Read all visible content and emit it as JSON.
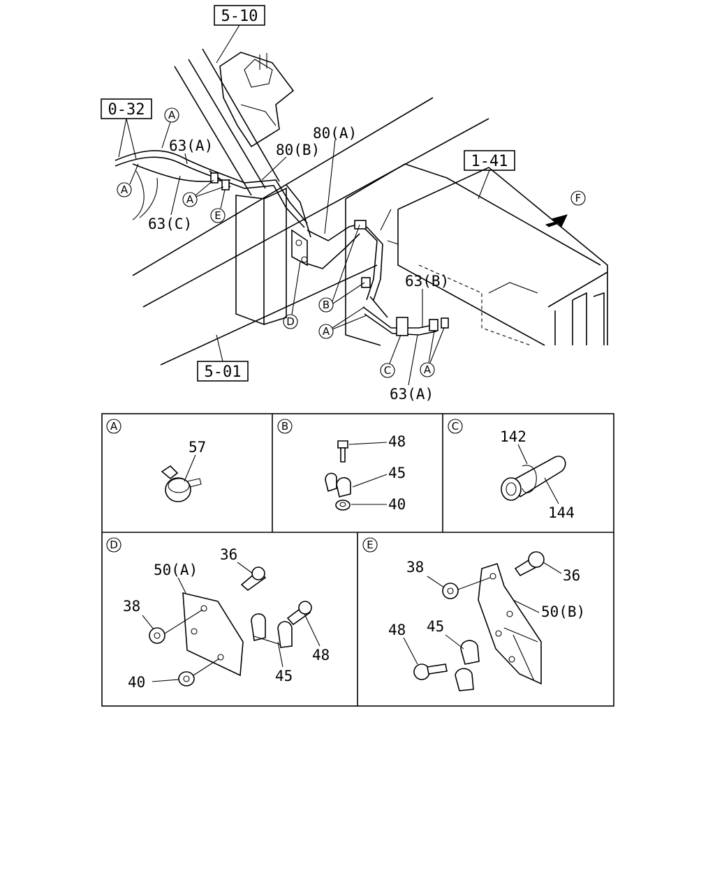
{
  "refs": {
    "r510": "5-10",
    "r032": "0-32",
    "r141": "1-41",
    "r501": "5-01"
  },
  "main_labels": {
    "l80a": "80(A)",
    "l80b": "80(B)",
    "l63a_top": "63(A)",
    "l63c": "63(C)",
    "l63b": "63(B)",
    "l63a_bottom": "63(A)"
  },
  "markers": {
    "a": "A",
    "b": "B",
    "c": "C",
    "d": "D",
    "e": "E",
    "f": "F"
  },
  "details": {
    "a": {
      "letter": "A",
      "parts": [
        "57"
      ]
    },
    "b": {
      "letter": "B",
      "parts": [
        "48",
        "45",
        "40"
      ]
    },
    "c": {
      "letter": "C",
      "parts": [
        "142",
        "144"
      ]
    },
    "d": {
      "letter": "D",
      "parts": [
        "36",
        "50(A)",
        "38",
        "48",
        "45",
        "40"
      ]
    },
    "e": {
      "letter": "E",
      "parts": [
        "38",
        "36",
        "50(B)",
        "48",
        "45"
      ]
    }
  }
}
